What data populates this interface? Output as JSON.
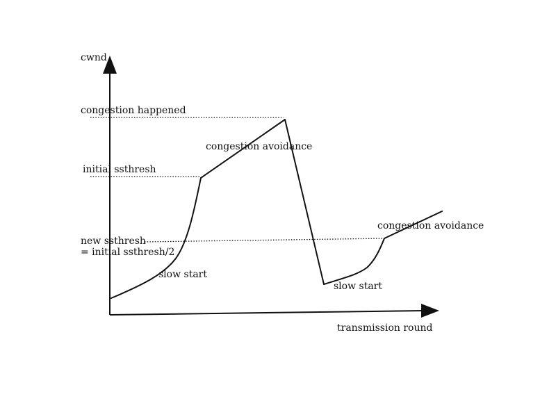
{
  "axes": {
    "y_label": "cwnd",
    "x_label": "transmission round"
  },
  "levels": {
    "congestion": "congestion  happened",
    "initial_ssthresh": "initial  ssthresh",
    "new_ssthresh_line1": "new  ssthresh",
    "new_ssthresh_line2": "= initial  ssthresh/2"
  },
  "phases": {
    "slow_start_1": "slow  start",
    "congestion_avoidance_1": "congestion  avoidance",
    "slow_start_2": "slow  start",
    "congestion_avoidance_2": "congestion  avoidance"
  },
  "colors": {
    "ink": "#111111",
    "background": "#ffffff"
  }
}
